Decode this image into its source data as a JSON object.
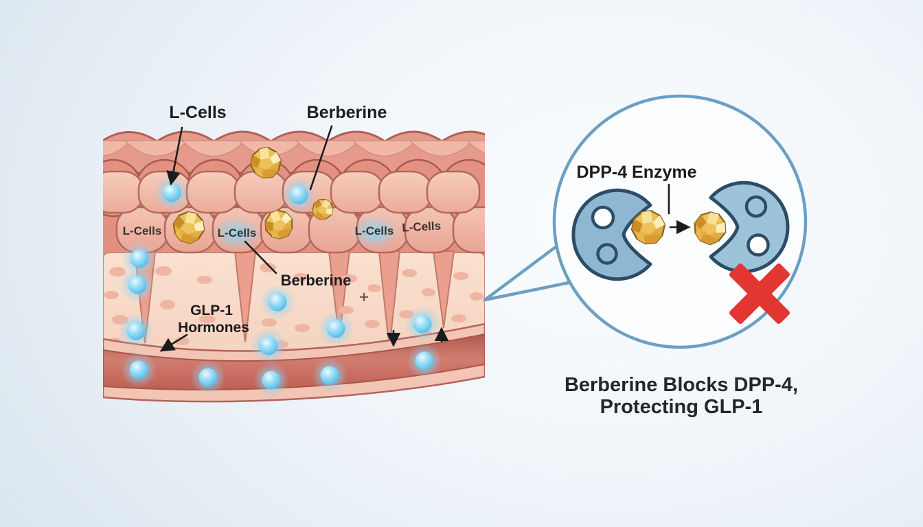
{
  "figure": {
    "type": "medical-infographic",
    "subject": "Berberine protecting GLP-1 by blocking DPP-4 in intestinal epithelium"
  },
  "left_panel": {
    "label_l_cells_top": "L-Cells",
    "label_berberine_top": "Berberine",
    "cell_labels": [
      "L-Cells",
      "L-Cells",
      "L-Cells",
      "L-Cells"
    ],
    "label_berberine_mid": "Berberine",
    "label_glp1_line1": "GLP-1",
    "label_glp1_line2": "Hormones",
    "plus_sign": "+"
  },
  "right_panel": {
    "label_enzyme": "DPP-4 Enzyme",
    "caption_line1": "Berberine Blocks DPP-4,",
    "caption_line2": "Protecting GLP-1"
  },
  "icons": {
    "berberine-crystal-icon": "golden faceted berberine nugget",
    "glp1-hormone-dot-icon": "glowing light-blue sphere",
    "dpp4-enzyme-icon": "blue pac-man shaped enzyme with two holes",
    "blocked-x-icon": "red X meaning blocked",
    "magnifier-callout-icon": "zoom circle with pointer lines"
  },
  "colors": {
    "accent_blue": "#6b9fc4",
    "enzyme_fill_left": "#8fb7d2",
    "enzyme_fill_right": "#9dc3d9",
    "enzyme_outline": "#2c4c67",
    "berberine_gold": "#e9b945",
    "glp1_blue": "#6ec9ef",
    "tissue_pink": "#e69a8b",
    "tissue_light": "#f9ddcc",
    "vessel_red": "#c9685d",
    "block_red": "#e23632",
    "text_dark": "#1c1c1c"
  }
}
